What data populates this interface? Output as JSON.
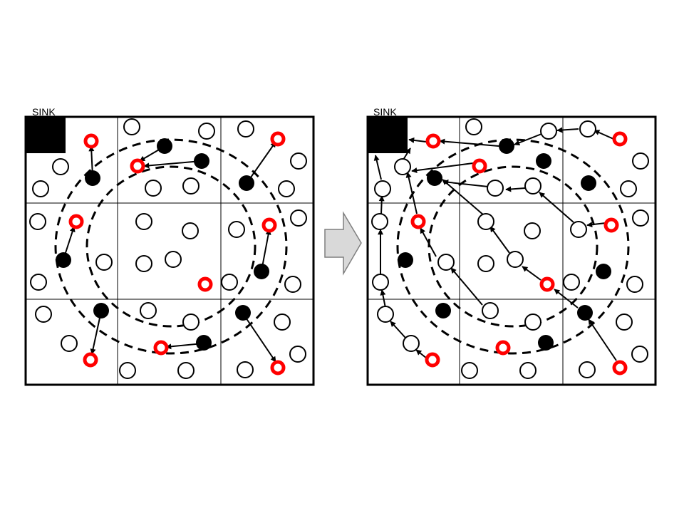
{
  "colors": {
    "line": "#000000",
    "node_fill": "#ffffff",
    "head_fill": "#000000",
    "member_stroke": "#ff0000",
    "arrow_shape_fill": "#d9d9d9",
    "arrow_shape_stroke": "#7f7f7f"
  },
  "diagrams": [
    {
      "id": "left",
      "sink_label": "SINK"
    },
    {
      "id": "right",
      "sink_label": "SINK"
    }
  ]
}
